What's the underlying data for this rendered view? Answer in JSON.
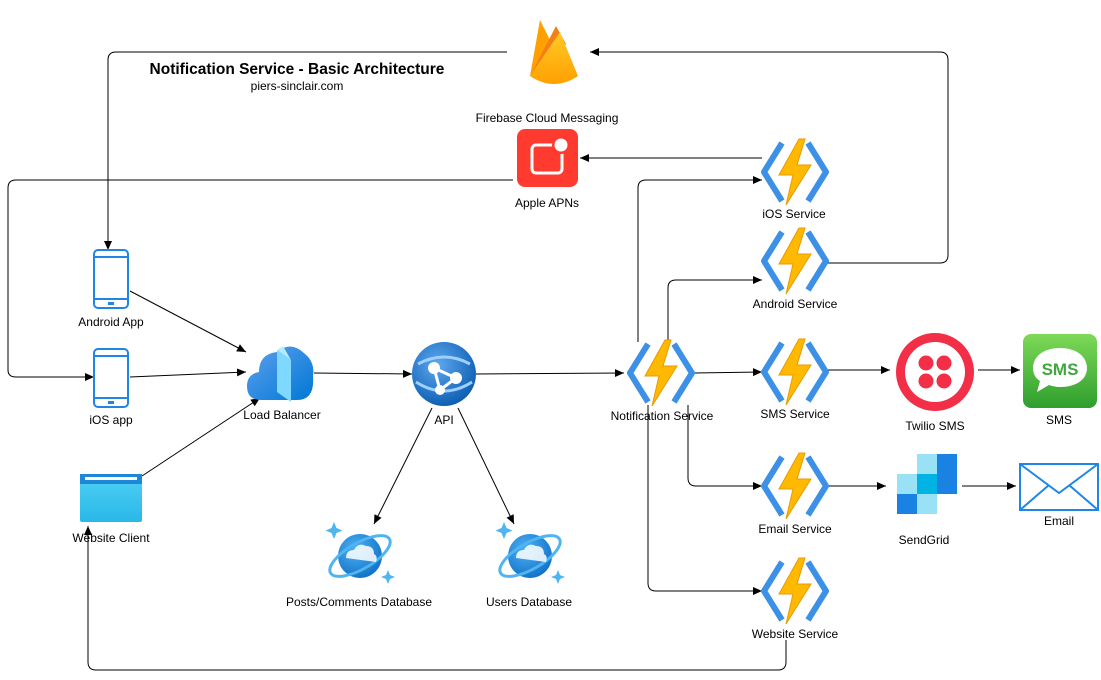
{
  "header": {
    "title": "Notification Service - Basic Architecture",
    "subtitle": "piers-sinclair.com"
  },
  "nodes": {
    "fcm": {
      "label": "Firebase Cloud Messaging",
      "icon": "firebase-icon"
    },
    "apns": {
      "label": "Apple APNs",
      "icon": "apple-apns-icon"
    },
    "android_app": {
      "label": "Android App",
      "icon": "mobile-phone-icon"
    },
    "ios_app": {
      "label": "iOS app",
      "icon": "mobile-phone-icon"
    },
    "website_client": {
      "label": "Website Client",
      "icon": "browser-window-icon"
    },
    "load_balancer": {
      "label": "Load Balancer",
      "icon": "load-balancer-icon"
    },
    "api": {
      "label": "API",
      "icon": "app-service-icon"
    },
    "posts_db": {
      "label": "Posts/Comments Database",
      "icon": "cosmos-db-icon"
    },
    "users_db": {
      "label": "Users Database",
      "icon": "cosmos-db-icon"
    },
    "notification_service": {
      "label": "Notification Service",
      "icon": "function-icon"
    },
    "ios_service": {
      "label": "iOS Service",
      "icon": "function-icon"
    },
    "android_service": {
      "label": "Android Service",
      "icon": "function-icon"
    },
    "sms_service": {
      "label": "SMS Service",
      "icon": "function-icon"
    },
    "email_service": {
      "label": "Email Service",
      "icon": "function-icon"
    },
    "website_service": {
      "label": "Website Service",
      "icon": "function-icon"
    },
    "twilio": {
      "label": "Twilio SMS",
      "icon": "twilio-icon"
    },
    "sms": {
      "label": "SMS",
      "icon": "sms-bubble-icon"
    },
    "sendgrid": {
      "label": "SendGrid",
      "icon": "sendgrid-icon"
    },
    "email": {
      "label": "Email",
      "icon": "envelope-icon"
    }
  },
  "colors": {
    "azure_blue": "#0078D4",
    "function_yellow": "#FFB900",
    "function_chevron": "#3C91E6",
    "firebase_orange": "#FFA000",
    "apns_red": "#FF3B30",
    "twilio_red": "#F22F46",
    "sms_green": "#4CAF50",
    "sendgrid_blue": "#1A82E2",
    "cosmos_blue": "#3FA9F5"
  }
}
